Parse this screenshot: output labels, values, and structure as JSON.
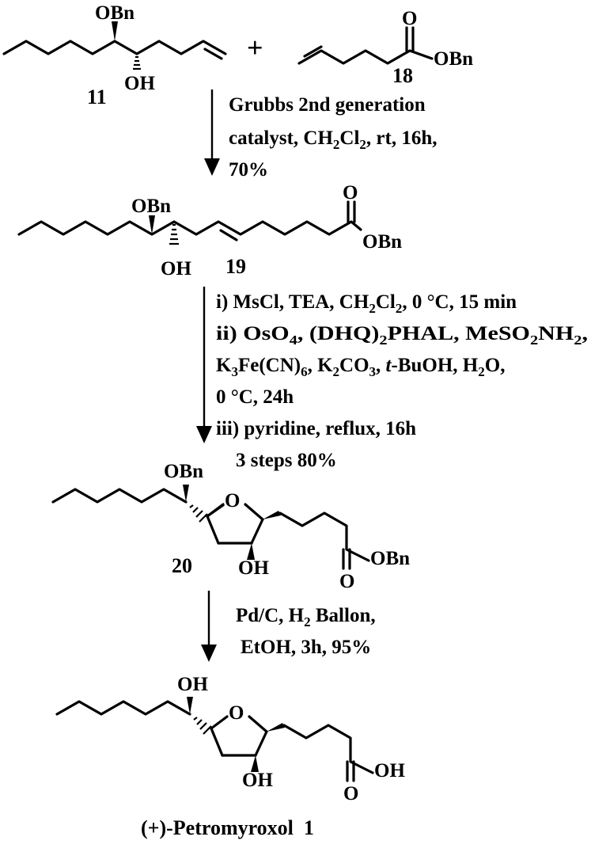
{
  "compounds": {
    "c11": {
      "label": "11",
      "obn": "OBn",
      "oh": "OH"
    },
    "c18": {
      "label": "18",
      "o": "O",
      "obn": "OBn",
      "plus": "+"
    },
    "c19": {
      "label": "19",
      "obn": "OBn",
      "oh": "OH",
      "o": "O",
      "obn2": "OBn"
    },
    "c20": {
      "label": "20",
      "obn": "OBn",
      "o_ring": "O",
      "oh": "OH",
      "o": "O",
      "obn2": "OBn"
    },
    "c1": {
      "label": "(+)-Petromyroxol  1",
      "oh1": "OH",
      "o_ring": "O",
      "oh2": "OH",
      "o": "O",
      "oh3": "OH"
    }
  },
  "step1": {
    "line1": "Grubbs 2nd generation",
    "line2_a": "catalyst, CH",
    "line2_s1": "2",
    "line2_b": "Cl",
    "line2_s2": "2",
    "line2_c": ", rt, 16h,",
    "line3": "70%"
  },
  "step2": {
    "l1_a": "i) MsCl, TEA, CH",
    "l1_s1": "2",
    "l1_b": "Cl",
    "l1_s2": "2",
    "l1_c": ", 0 °C, 15 min",
    "l2_a": "ii) OsO",
    "l2_s1": "4",
    "l2_b": ", (DHQ)",
    "l2_s2": "2",
    "l2_c": "PHAL, MeSO",
    "l2_s3": "2",
    "l2_d": "NH",
    "l2_s4": "2",
    "l2_e": ",",
    "l3_a": "K",
    "l3_s1": "3",
    "l3_b": "Fe(CN)",
    "l3_s2": "6",
    "l3_c": ", K",
    "l3_s3": "2",
    "l3_d": "CO",
    "l3_s4": "3",
    "l3_e": ", ",
    "l3_ital": "t",
    "l3_f": "-BuOH, H",
    "l3_s5": "2",
    "l3_g": "O,",
    "l4": "0 °C, 24h",
    "l5": "iii) pyridine, reflux, 16h",
    "l6": "3 steps 80%"
  },
  "step3": {
    "l1_a": "Pd/C, H",
    "l1_s1": "2",
    "l1_b": " Ballon,",
    "l2": "EtOH, 3h, 95%"
  }
}
